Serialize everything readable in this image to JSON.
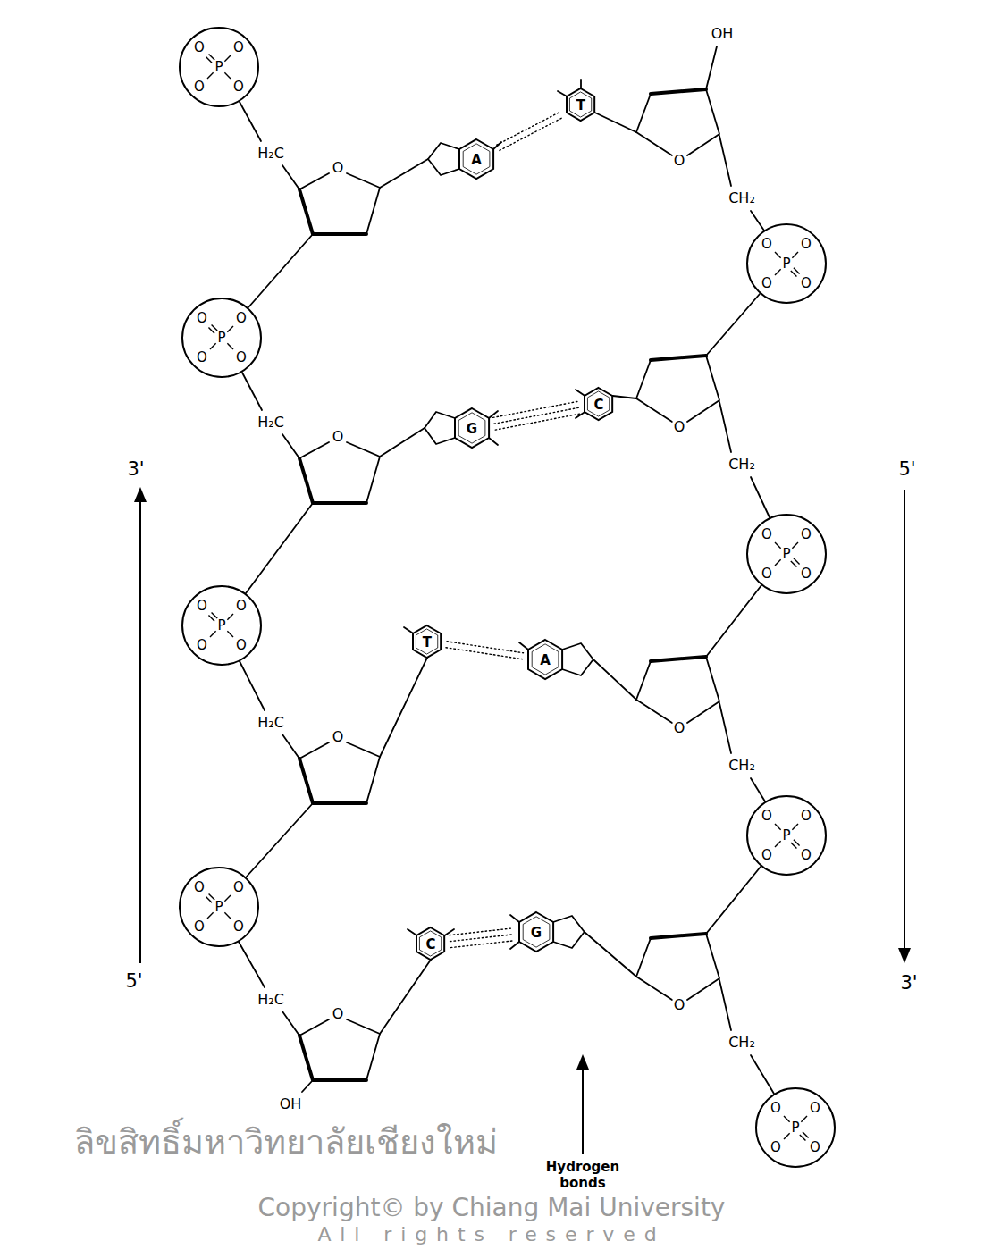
{
  "diagram": {
    "nodes": [
      {
        "text": [
          "O",
          "O",
          "P",
          "O",
          "O"
        ]
      },
      {
        "text": [
          "T"
        ]
      },
      {
        "text": [
          "A"
        ]
      },
      {
        "text": [
          "O",
          "O",
          "P",
          "O",
          "O"
        ]
      },
      {
        "text": [
          "O",
          "O",
          "P",
          "O",
          "O"
        ]
      },
      {
        "text": [
          "C"
        ]
      },
      {
        "text": [
          "G"
        ]
      },
      {
        "text": [
          "O",
          "O",
          "P",
          "O",
          "O"
        ]
      },
      {
        "text": [
          "O",
          "O",
          "P",
          "O",
          "O"
        ]
      },
      {
        "text": [
          "T"
        ]
      },
      {
        "text": [
          "A"
        ]
      },
      {
        "text": [
          "O",
          "O",
          "P",
          "O",
          "O"
        ]
      },
      {
        "text": [
          "O",
          "O",
          "P",
          "O",
          "O"
        ]
      },
      {
        "text": [
          "C"
        ]
      },
      {
        "text": [
          "G"
        ]
      },
      {
        "text": [
          "O",
          "O",
          "P",
          "O",
          "O"
        ]
      }
    ],
    "edges": [
      {
        "from": 2,
        "to": 1,
        "arrow": "none"
      },
      {
        "from": 6,
        "to": 5,
        "arrow": "none"
      },
      {
        "from": 9,
        "to": 10,
        "arrow": "none"
      },
      {
        "from": 13,
        "to": 14,
        "arrow": "none"
      }
    ],
    "labels": [
      "OH",
      "H₂C",
      "O",
      "CH₂",
      "O",
      "H₂C",
      "O",
      "O",
      "CH₂",
      "3'",
      "5'",
      "H₂C",
      "O",
      "O",
      "CH₂",
      "5'",
      "3'",
      "H₂C",
      "O",
      "O",
      "CH₂",
      "OH",
      "Hydrogen bonds",
      "ลิขสิทธิ์มหาวิทยาลัยเชียงใหม่",
      "Copyright© by Chiang Mai University",
      "All rights reserved"
    ]
  }
}
